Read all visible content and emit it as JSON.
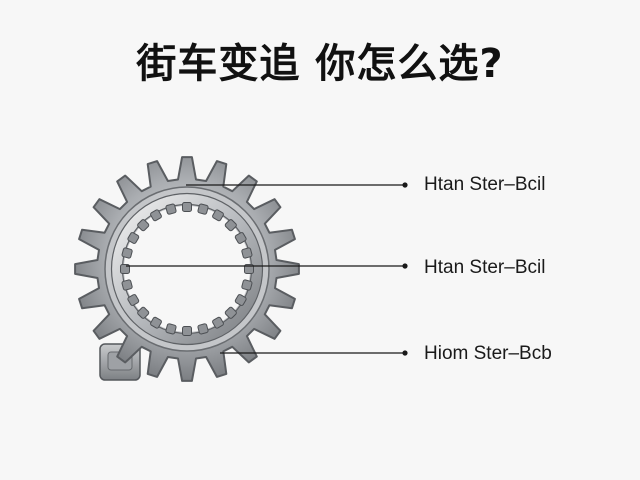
{
  "title": "街车变追 你怎么选?",
  "callouts": [
    {
      "label": "Htan Ster–Bcil"
    },
    {
      "label": "Htan Ster–Bcil"
    },
    {
      "label": "Hiom Ster–Bcb"
    }
  ],
  "colors": {
    "background": "#f7f7f7",
    "title": "#111111",
    "line": "#1a1a1a",
    "gear_steel": "#9a9da1"
  }
}
